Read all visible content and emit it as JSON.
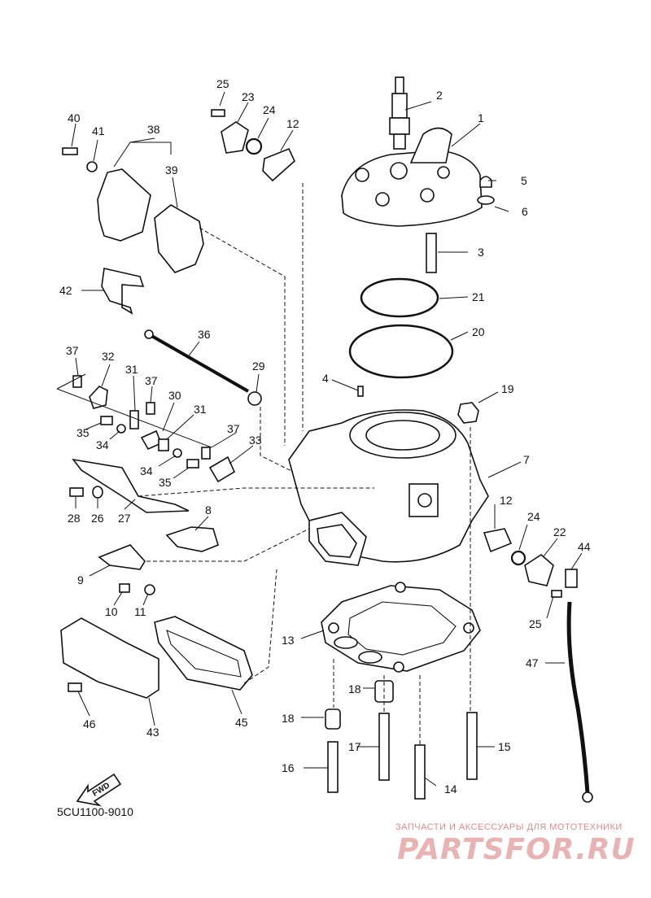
{
  "diagram": {
    "code": "5CU1100-9010",
    "fwd": "FWD",
    "watermark_top": "ЗАПЧАСТИ И АКСЕССУАРЫ ДЛЯ МОТОТЕХНИКИ",
    "watermark_brand": "PARTSFOR.RU",
    "callouts": {
      "n1": "1",
      "n2": "2",
      "n3": "3",
      "n4": "4",
      "n5": "5",
      "n6": "6",
      "n7": "7",
      "n8": "8",
      "n9": "9",
      "n10": "10",
      "n11": "11",
      "n12a": "12",
      "n12b": "12",
      "n13": "13",
      "n14": "14",
      "n15": "15",
      "n16": "16",
      "n17": "17",
      "n18a": "18",
      "n18b": "18",
      "n19": "19",
      "n20": "20",
      "n21": "21",
      "n22": "22",
      "n23": "23",
      "n24a": "24",
      "n24b": "24",
      "n25a": "25",
      "n25b": "25",
      "n26": "26",
      "n27": "27",
      "n28": "28",
      "n29": "29",
      "n30": "30",
      "n31a": "31",
      "n31b": "31",
      "n32": "32",
      "n33": "33",
      "n34a": "34",
      "n34b": "34",
      "n35a": "35",
      "n35b": "35",
      "n36": "36",
      "n37a": "37",
      "n37b": "37",
      "n37c": "37",
      "n38": "38",
      "n39": "39",
      "n40": "40",
      "n41": "41",
      "n42": "42",
      "n43": "43",
      "n44": "44",
      "n45": "45",
      "n46": "46",
      "n47": "47"
    }
  }
}
